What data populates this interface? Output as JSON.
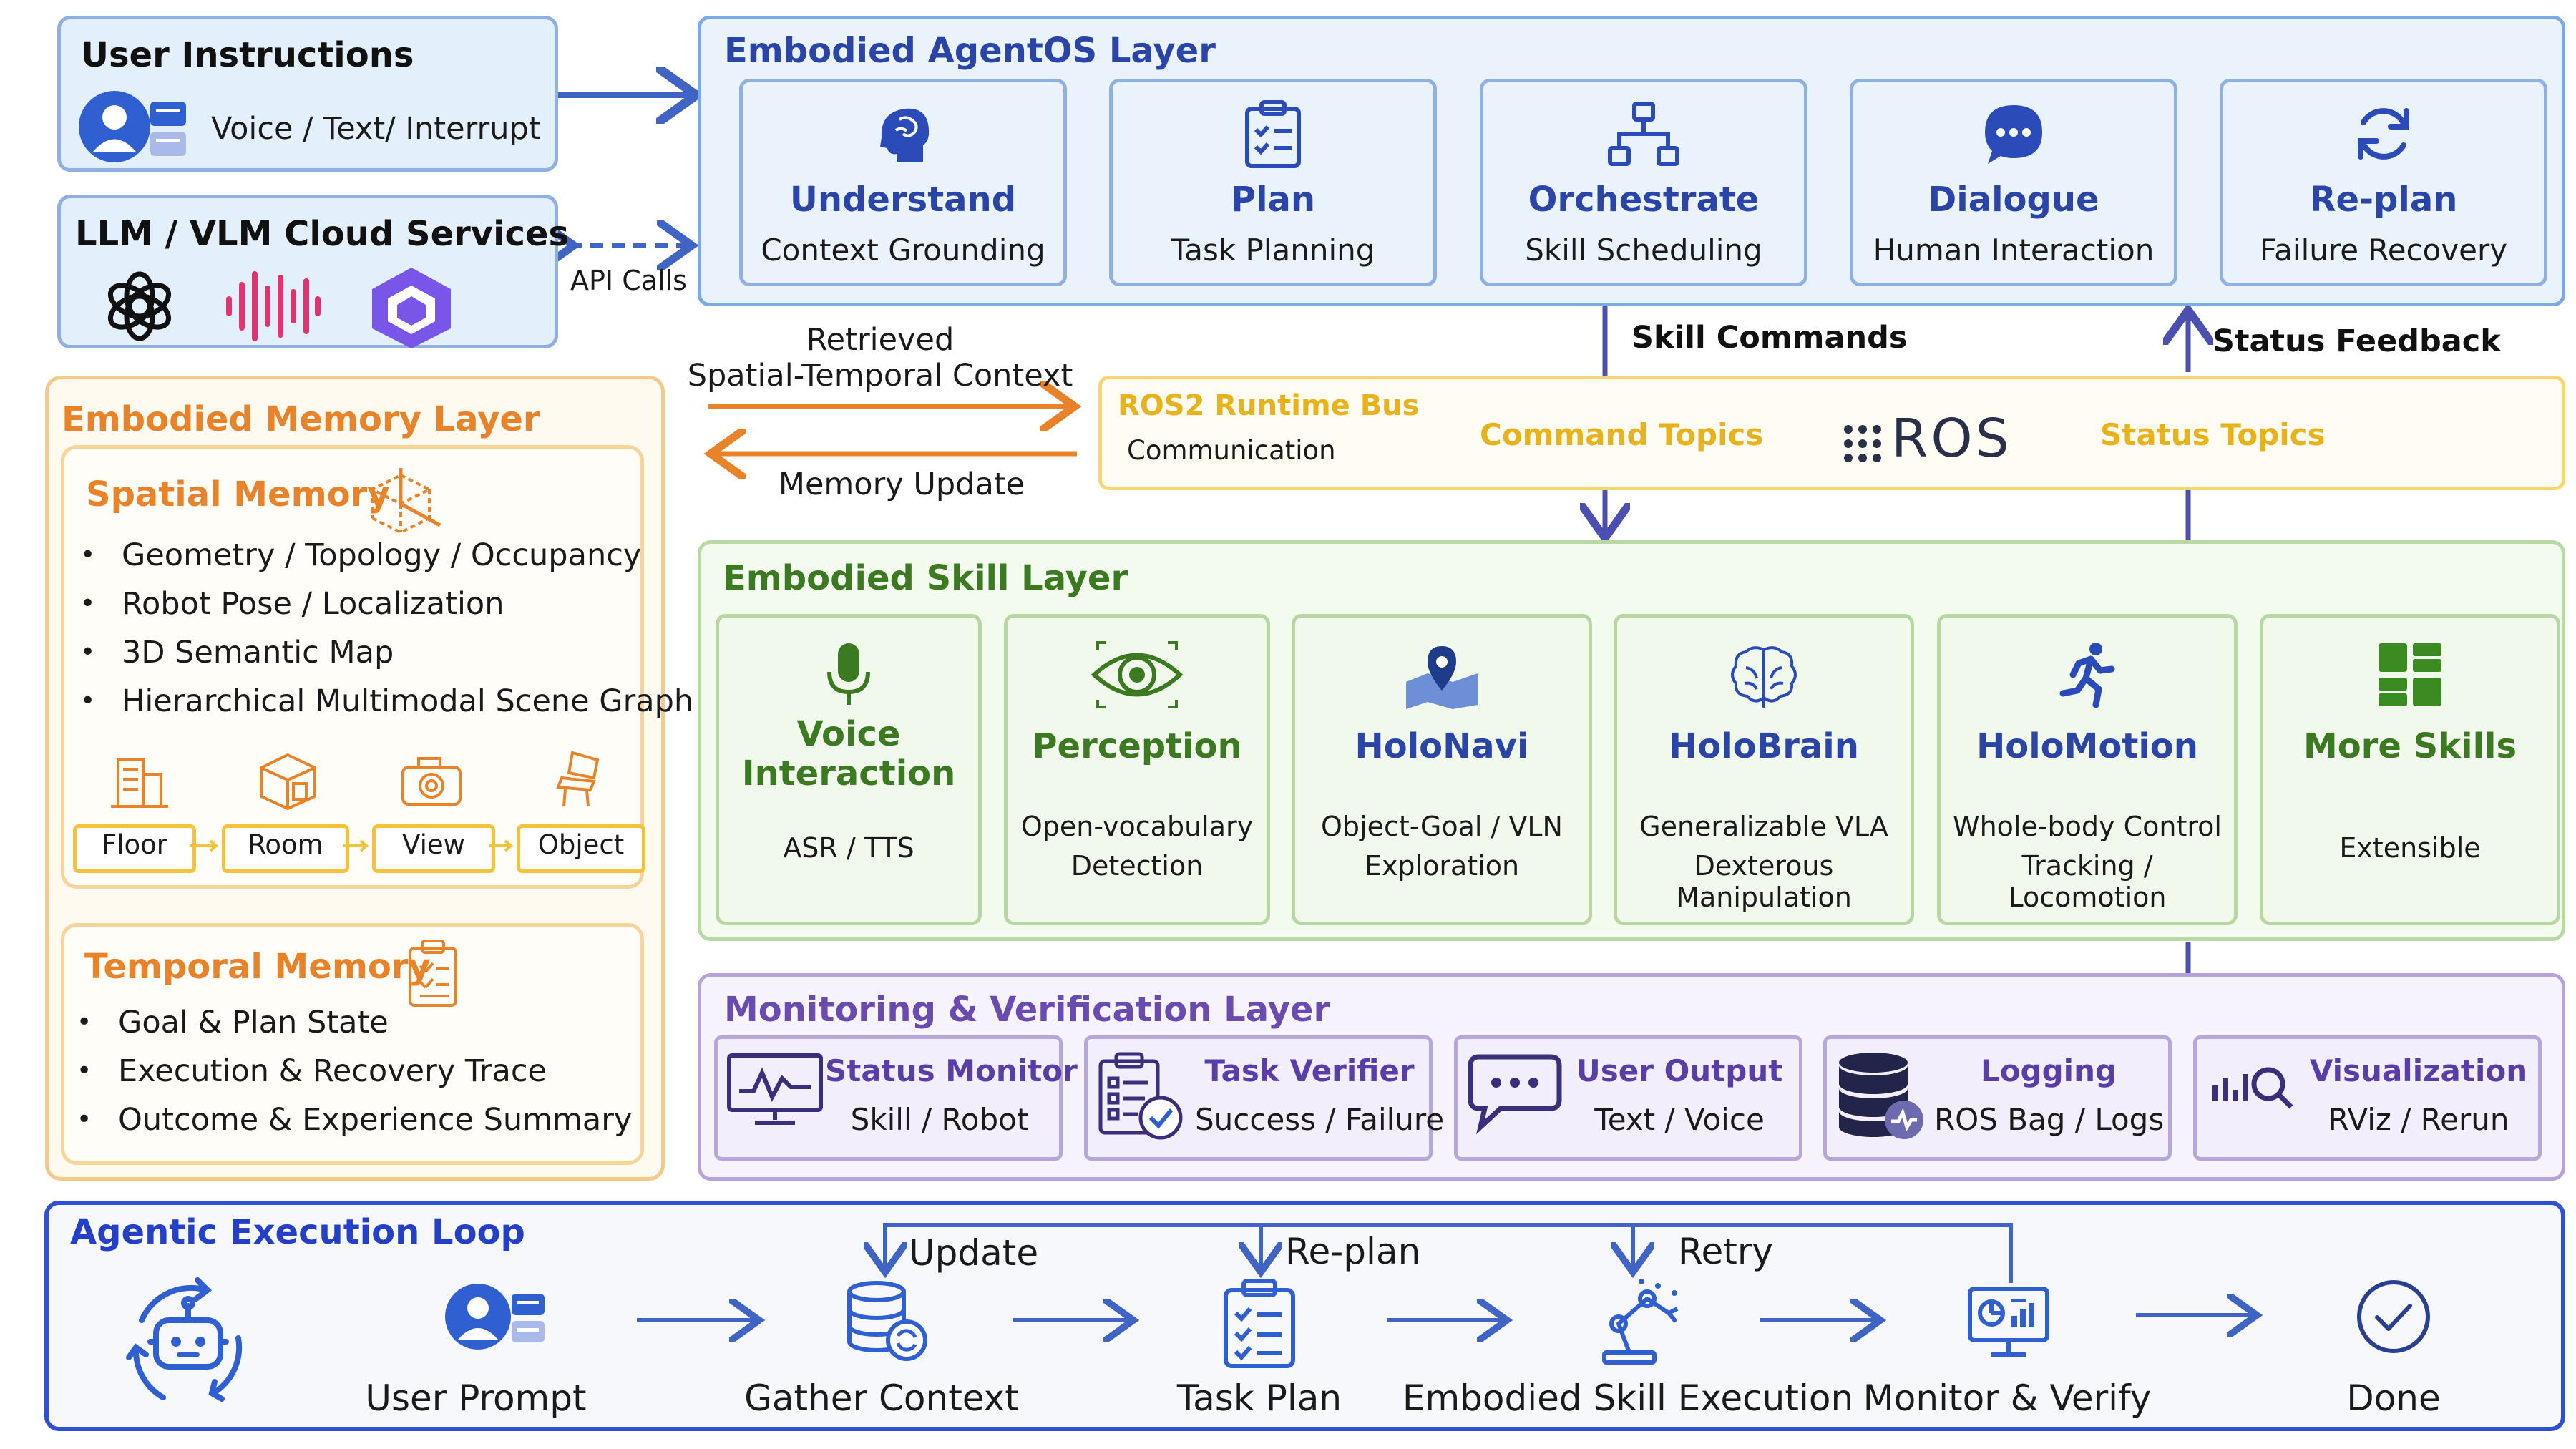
{
  "user_instructions": {
    "title": "User Instructions",
    "text": "Voice / Text/ Interrupt",
    "icon": "user-card-icon"
  },
  "cloud": {
    "title": "LLM / VLM Cloud Services",
    "api_label": "API Calls",
    "icons": [
      "openai-logo",
      "waveform-logo",
      "qwen-logo"
    ]
  },
  "agentos": {
    "title": "Embodied AgentOS Layer",
    "cards": [
      {
        "title": "Understand",
        "sub": "Context Grounding",
        "icon": "brain-head-icon"
      },
      {
        "title": "Plan",
        "sub": "Task Planning",
        "icon": "checklist-icon"
      },
      {
        "title": "Orchestrate",
        "sub": "Skill Scheduling",
        "icon": "hierarchy-icon"
      },
      {
        "title": "Dialogue",
        "sub": "Human Interaction",
        "icon": "chat-bubble-icon"
      },
      {
        "title": "Re-plan",
        "sub": "Failure Recovery",
        "icon": "refresh-icon"
      }
    ]
  },
  "flows": {
    "retrieved": "Retrieved",
    "spatial_temporal": "Spatial-Temporal Context",
    "memory_update": "Memory Update",
    "skill_commands": "Skill Commands",
    "status_feedback": "Status Feedback"
  },
  "ros": {
    "title": "ROS2 Runtime Bus",
    "sub": "Communication",
    "command_topics": "Command Topics",
    "status_topics": "Status Topics",
    "logo_text": "ROS"
  },
  "memory": {
    "title": "Embodied Memory Layer",
    "spatial": {
      "title": "Spatial Memory",
      "items": [
        "Geometry / Topology / Occupancy",
        "Robot Pose / Localization",
        "3D Semantic Map",
        "Hierarchical Multimodal Scene Graph"
      ],
      "hierarchy": [
        "Floor",
        "Room",
        "View",
        "Object"
      ]
    },
    "temporal": {
      "title": "Temporal Memory",
      "items": [
        "Goal & Plan State",
        "Execution & Recovery Trace",
        "Outcome & Experience Summary"
      ]
    }
  },
  "skills": {
    "title": "Embodied Skill Layer",
    "cards": [
      {
        "title1": "Voice",
        "title2": "Interaction",
        "sub1": "ASR / TTS",
        "sub2": "",
        "icon": "microphone-icon"
      },
      {
        "title1": "Perception",
        "title2": "",
        "sub1": "Open-vocabulary",
        "sub2": "Detection",
        "icon": "eye-icon"
      },
      {
        "title1": "HoloNavi",
        "title2": "",
        "sub1": "Object-Goal / VLN",
        "sub2": "Exploration",
        "icon": "map-pin-icon"
      },
      {
        "title1": "HoloBrain",
        "title2": "",
        "sub1": "Generalizable VLA",
        "sub2": "Dexterous Manipulation",
        "icon": "brain-icon"
      },
      {
        "title1": "HoloMotion",
        "title2": "",
        "sub1": "Whole-body Control",
        "sub2": "Tracking / Locomotion",
        "icon": "running-icon"
      },
      {
        "title1": "More Skills",
        "title2": "",
        "sub1": "Extensible",
        "sub2": "",
        "icon": "grid-icon"
      }
    ]
  },
  "monitoring": {
    "title": "Monitoring & Verification Layer",
    "cards": [
      {
        "title": "Status Monitor",
        "sub": "Skill / Robot",
        "icon": "monitor-chart-icon"
      },
      {
        "title": "Task Verifier",
        "sub": "Success / Failure",
        "icon": "clipboard-check-icon"
      },
      {
        "title": "User Output",
        "sub": "Text / Voice",
        "icon": "speech-bubble-icon"
      },
      {
        "title": "Logging",
        "sub": "ROS Bag / Logs",
        "icon": "database-icon"
      },
      {
        "title": "Visualization",
        "sub": "RViz / Rerun",
        "icon": "chart-search-icon"
      }
    ]
  },
  "loop": {
    "title": "Agentic Execution Loop",
    "steps": [
      "User Prompt",
      "Gather Context",
      "Task Plan",
      "Embodied Skill Execution",
      "Monitor & Verify",
      "Done"
    ],
    "feedback": [
      "Update",
      "Re-plan",
      "Retry"
    ]
  },
  "colors": {
    "blue": "#2a44a8",
    "orange": "#e8832a",
    "green": "#3c7a22",
    "purple": "#6a4cb0",
    "yellow": "#e8b21c"
  }
}
